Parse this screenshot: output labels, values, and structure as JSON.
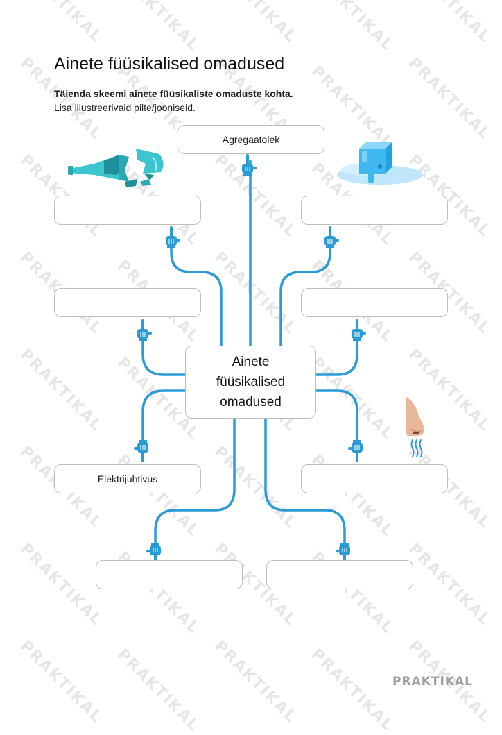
{
  "title": "Ainete füüsikalised omadused",
  "instructions": {
    "line1": "Täienda skeemi ainete füüsikaliste omaduste kohta.",
    "line2": "Lisa illustreerivaid pilte/jooniseid."
  },
  "center": {
    "lines": [
      "Ainete",
      "füüsikalised",
      "omadused"
    ]
  },
  "boxes": {
    "top": "Agregaatolek",
    "left_1": "",
    "right_1": "",
    "left_2": "",
    "right_2": "",
    "left_3": "Elektrijuhtivus",
    "right_3": "",
    "bottom_left": "",
    "bottom_right": ""
  },
  "watermark": "PRAKTIKAL",
  "brand": "PRAKTIKAL",
  "colors": {
    "connector": "#2b9bd6",
    "box_border": "#bdbdbd",
    "glass": "#3cc4cf",
    "ice": "#3fb8f0",
    "nose": "#e9b79a"
  },
  "icons": [
    "broken-bottle-icon",
    "melting-ice-cube-icon",
    "nose-smell-icon",
    "pointing-hand-icon"
  ]
}
